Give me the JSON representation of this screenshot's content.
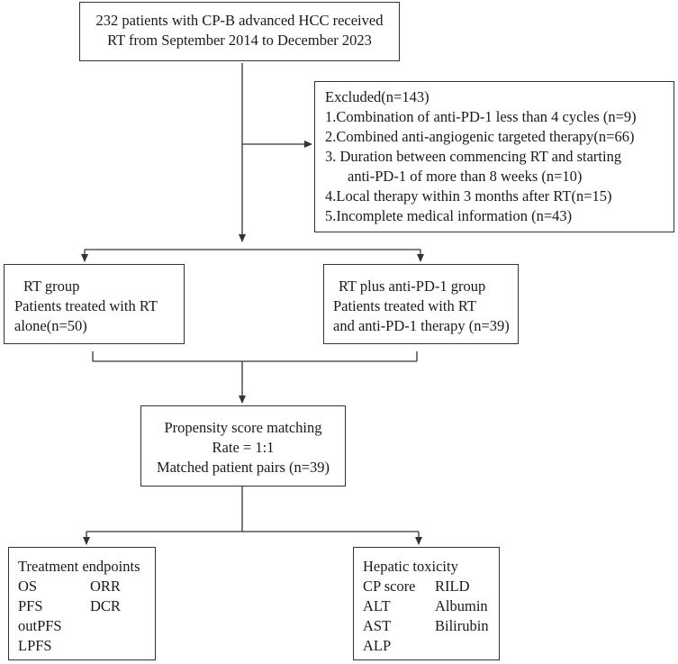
{
  "diagram": {
    "top": {
      "lines": [
        "232 patients with CP-B advanced HCC received",
        "RT from September 2014 to December 2023"
      ]
    },
    "excluded": {
      "title": "Excluded(n=143)",
      "items": [
        "1.Combination of anti-PD-1 less than 4 cycles (n=9)",
        "2.Combined anti-angiogenic targeted therapy(n=66)",
        "3. Duration between commencing RT and starting",
        "anti-PD-1 of more than 8 weeks (n=10)",
        "4.Local therapy within 3 months after  RT(n=15)",
        "5.Incomplete medical information (n=43)"
      ]
    },
    "rt_group": {
      "lines": [
        "RT group",
        "Patients treated with RT",
        "alone(n=50)"
      ]
    },
    "rt_pd1_group": {
      "lines": [
        "RT plus anti-PD-1 group",
        "Patients treated with RT",
        "and anti-PD-1 therapy (n=39)"
      ]
    },
    "psm": {
      "lines": [
        "Propensity score matching",
        "Rate = 1:1",
        "Matched patient pairs (n=39)"
      ]
    },
    "endpoints": {
      "title": "Treatment endpoints",
      "cells": [
        "OS",
        "ORR",
        "PFS",
        "DCR",
        "outPFS",
        "",
        "LPFS",
        ""
      ]
    },
    "toxicity": {
      "title": "Hepatic toxicity",
      "cells": [
        "CP score",
        "RILD",
        "ALT",
        "Albumin",
        "AST",
        "Bilirubin",
        "ALP",
        ""
      ]
    }
  }
}
